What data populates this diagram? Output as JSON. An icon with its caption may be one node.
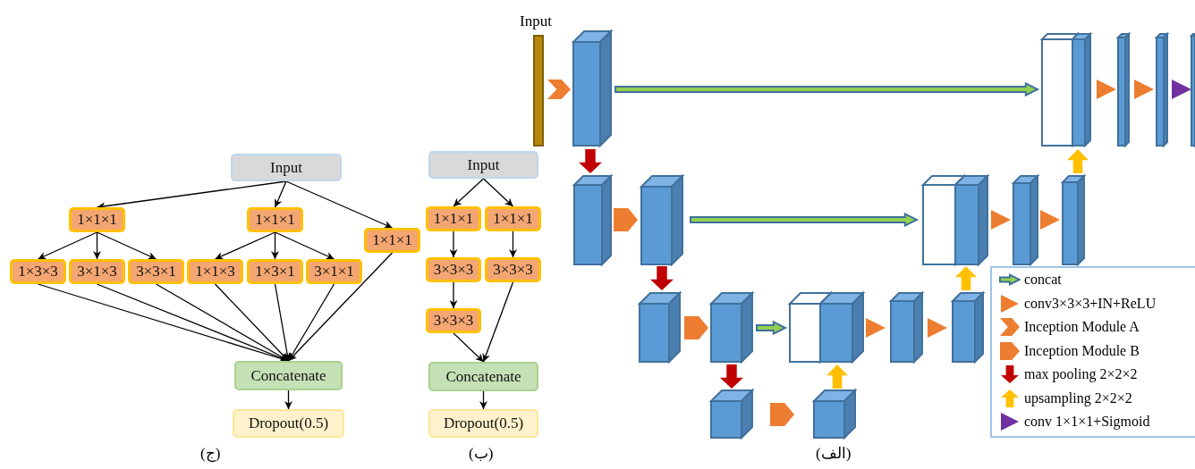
{
  "diagram": {
    "nodes": [
      {
        "text": [
          "Input"
        ]
      },
      {
        "text": [
          "1×1×1"
        ]
      },
      {
        "text": [
          "1×1×1"
        ]
      },
      {
        "text": [
          "1×1×1"
        ]
      },
      {
        "text": [
          "1×3×3"
        ]
      },
      {
        "text": [
          "3×1×3"
        ]
      },
      {
        "text": [
          "3×3×1"
        ]
      },
      {
        "text": [
          "1×1×3"
        ]
      },
      {
        "text": [
          "1×3×1"
        ]
      },
      {
        "text": [
          "3×1×1"
        ]
      },
      {
        "text": [
          "Concatenate"
        ]
      },
      {
        "text": [
          "Dropout(0.5)"
        ]
      },
      {
        "text": [
          "Input"
        ]
      },
      {
        "text": [
          "1×1×1"
        ]
      },
      {
        "text": [
          "1×1×1"
        ]
      },
      {
        "text": [
          "3×3×3"
        ]
      },
      {
        "text": [
          "3×3×3"
        ]
      },
      {
        "text": [
          "3×3×3"
        ]
      },
      {
        "text": [
          "Concatenate"
        ]
      },
      {
        "text": [
          "Dropout(0.5)"
        ]
      }
    ],
    "edges": [
      {
        "from": 0,
        "to": 1,
        "arrow": "to"
      },
      {
        "from": 0,
        "to": 2,
        "arrow": "to"
      },
      {
        "from": 0,
        "to": 3,
        "arrow": "to"
      },
      {
        "from": 1,
        "to": 4,
        "arrow": "to"
      },
      {
        "from": 1,
        "to": 5,
        "arrow": "to"
      },
      {
        "from": 1,
        "to": 6,
        "arrow": "to"
      },
      {
        "from": 2,
        "to": 7,
        "arrow": "to"
      },
      {
        "from": 2,
        "to": 8,
        "arrow": "to"
      },
      {
        "from": 2,
        "to": 9,
        "arrow": "to"
      },
      {
        "from": 4,
        "to": 10,
        "arrow": "to"
      },
      {
        "from": 5,
        "to": 10,
        "arrow": "to"
      },
      {
        "from": 6,
        "to": 10,
        "arrow": "to"
      },
      {
        "from": 7,
        "to": 10,
        "arrow": "to"
      },
      {
        "from": 8,
        "to": 10,
        "arrow": "to"
      },
      {
        "from": 9,
        "to": 10,
        "arrow": "to"
      },
      {
        "from": 3,
        "to": 10,
        "arrow": "to"
      },
      {
        "from": 10,
        "to": 11,
        "arrow": "to"
      },
      {
        "from": 12,
        "to": 13,
        "arrow": "to"
      },
      {
        "from": 12,
        "to": 14,
        "arrow": "to"
      },
      {
        "from": 13,
        "to": 15,
        "arrow": "to"
      },
      {
        "from": 14,
        "to": 16,
        "arrow": "to"
      },
      {
        "from": 15,
        "to": 17,
        "arrow": "to"
      },
      {
        "from": 17,
        "to": 18,
        "arrow": "to"
      },
      {
        "from": 16,
        "to": 18,
        "arrow": "to"
      },
      {
        "from": 18,
        "to": 19,
        "arrow": "to"
      }
    ],
    "labels": [
      "Input",
      "(ج)",
      "(ب)",
      "(الف)"
    ],
    "legend": [
      {
        "text": "concat"
      },
      {
        "text": "conv3×3×3+IN+ReLU"
      },
      {
        "text": "Inception Module A"
      },
      {
        "text": "Inception Module B"
      },
      {
        "text": "max pooling 2×2×2"
      },
      {
        "text": "upsampling 2×2×2"
      },
      {
        "text": "conv 1×1×1+Sigmoid"
      }
    ]
  }
}
